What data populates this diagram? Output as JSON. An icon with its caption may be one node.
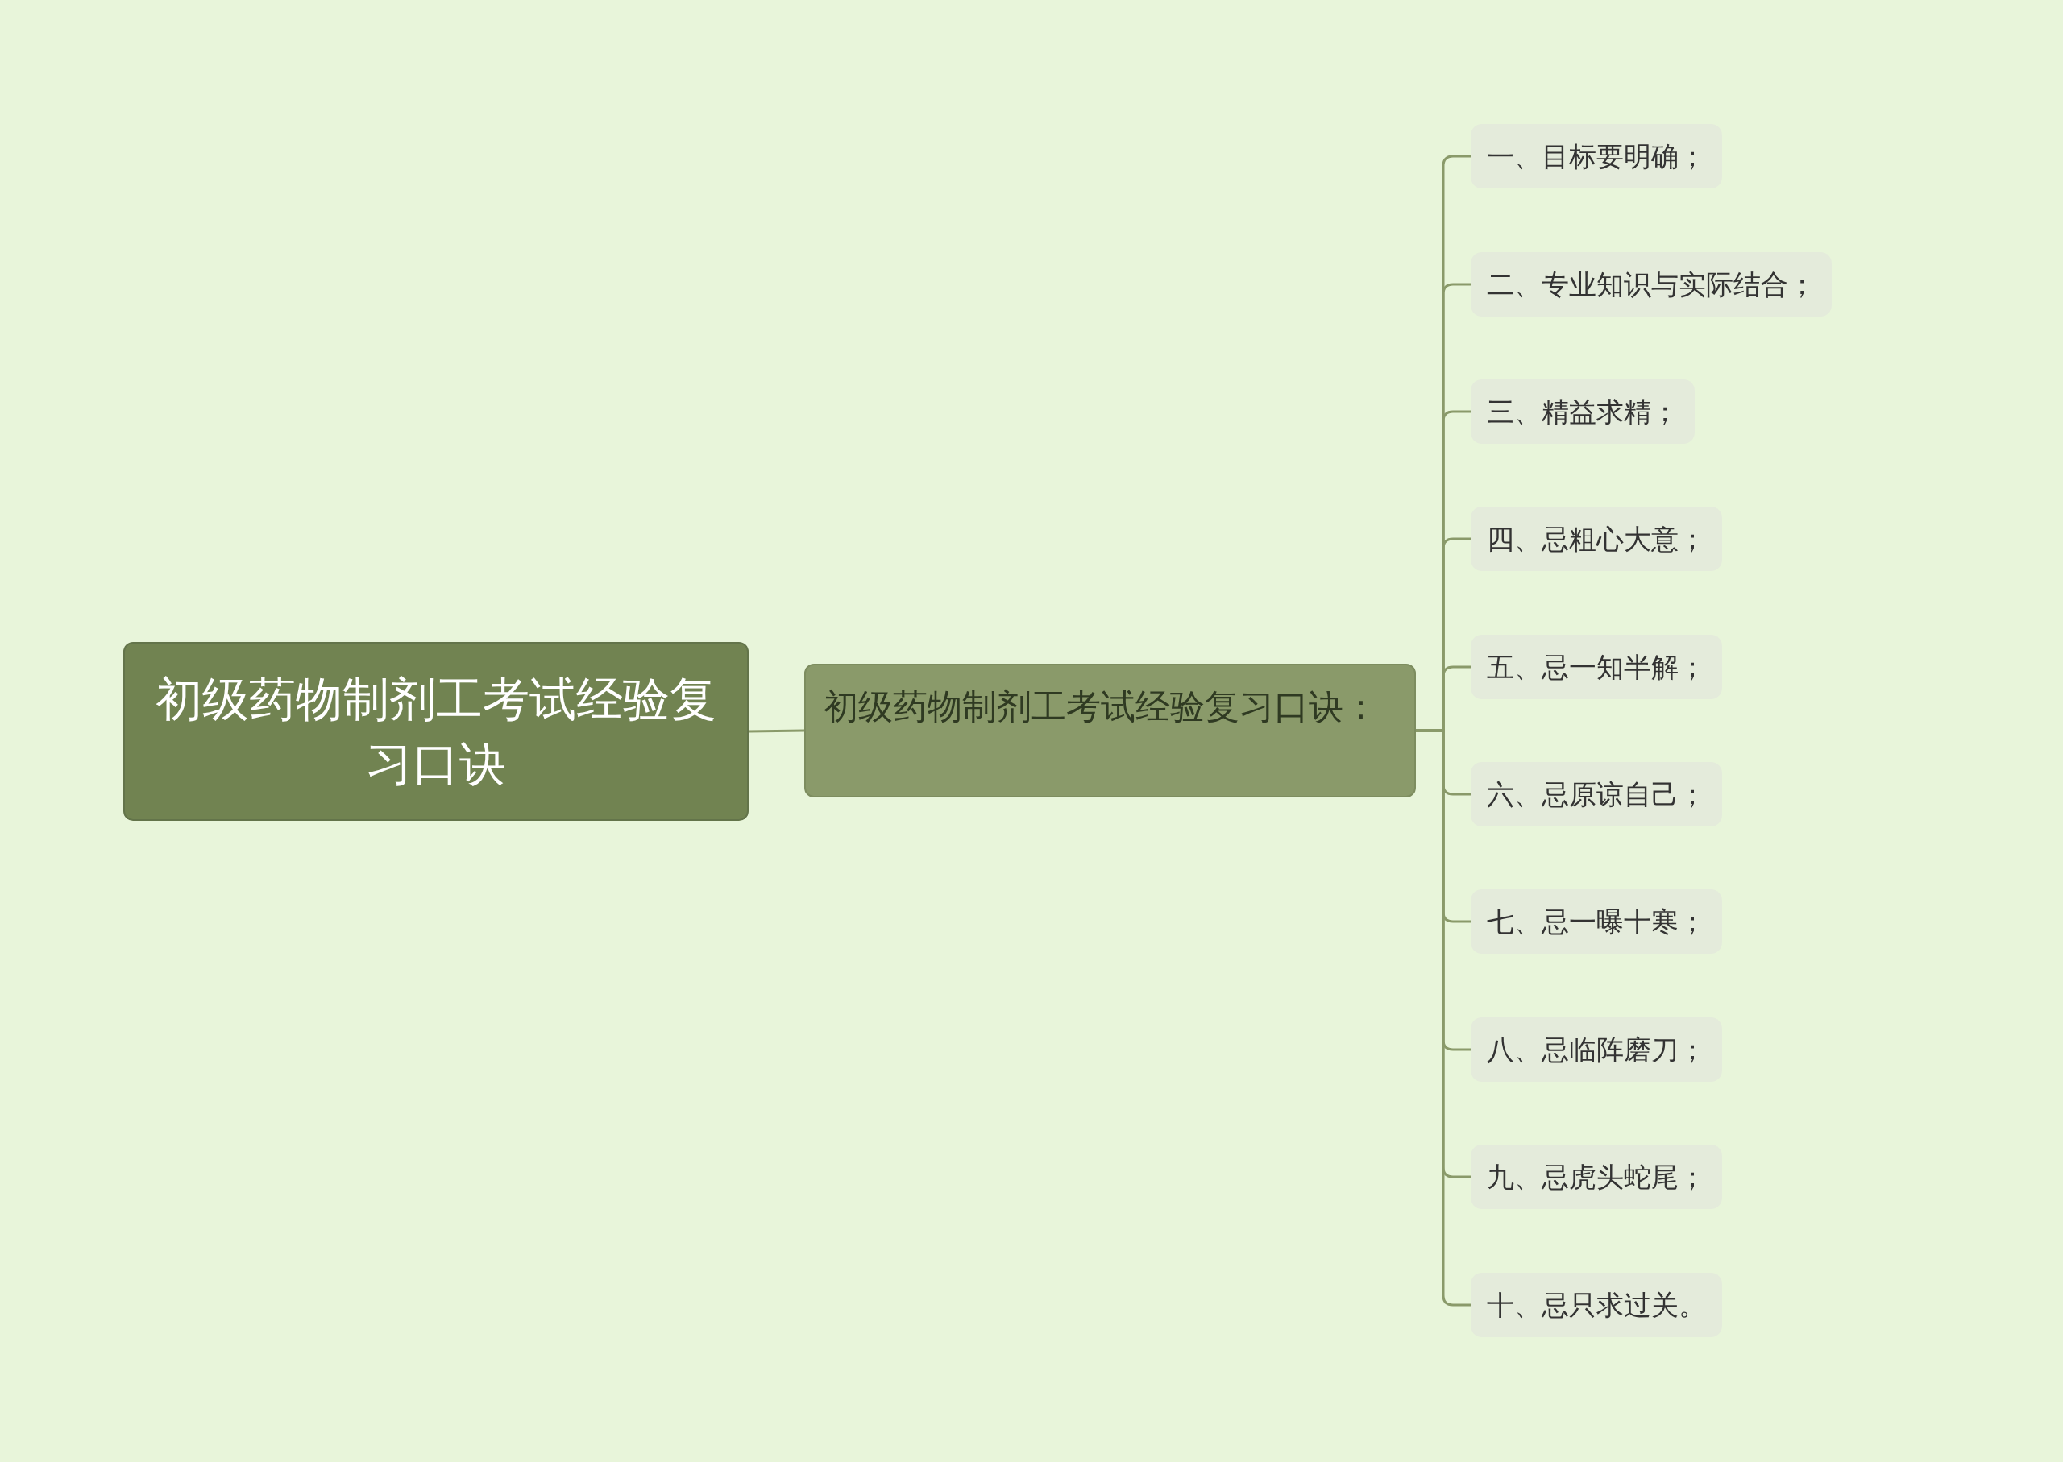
{
  "diagram": {
    "nodes": [
      {
        "text": [
          "初级药物制剂工考试经验复习口诀"
        ]
      },
      {
        "text": [
          "初级药物制剂工考试经验复习口诀："
        ]
      },
      {
        "text": [
          "一、目标要明确；"
        ]
      },
      {
        "text": [
          "二、专业知识与实际结合；"
        ]
      },
      {
        "text": [
          "三、精益求精；"
        ]
      },
      {
        "text": [
          "四、忌粗心大意；"
        ]
      },
      {
        "text": [
          "五、忌一知半解；"
        ]
      },
      {
        "text": [
          "六、忌原谅自己；"
        ]
      },
      {
        "text": [
          "七、忌一曝十寒；"
        ]
      },
      {
        "text": [
          "八、忌临阵磨刀；"
        ]
      },
      {
        "text": [
          "九、忌虎头蛇尾；"
        ]
      },
      {
        "text": [
          "十、忌只求过关。"
        ]
      }
    ],
    "edges": [
      {
        "from": 0,
        "to": 1,
        "arrow": "none"
      },
      {
        "from": 1,
        "to": 2,
        "arrow": "none"
      },
      {
        "from": 1,
        "to": 3,
        "arrow": "none"
      },
      {
        "from": 1,
        "to": 4,
        "arrow": "none"
      },
      {
        "from": 1,
        "to": 5,
        "arrow": "none"
      },
      {
        "from": 1,
        "to": 6,
        "arrow": "none"
      },
      {
        "from": 1,
        "to": 7,
        "arrow": "none"
      },
      {
        "from": 1,
        "to": 8,
        "arrow": "none"
      },
      {
        "from": 1,
        "to": 9,
        "arrow": "none"
      },
      {
        "from": 1,
        "to": 10,
        "arrow": "none"
      },
      {
        "from": 1,
        "to": 11,
        "arrow": "none"
      }
    ]
  }
}
